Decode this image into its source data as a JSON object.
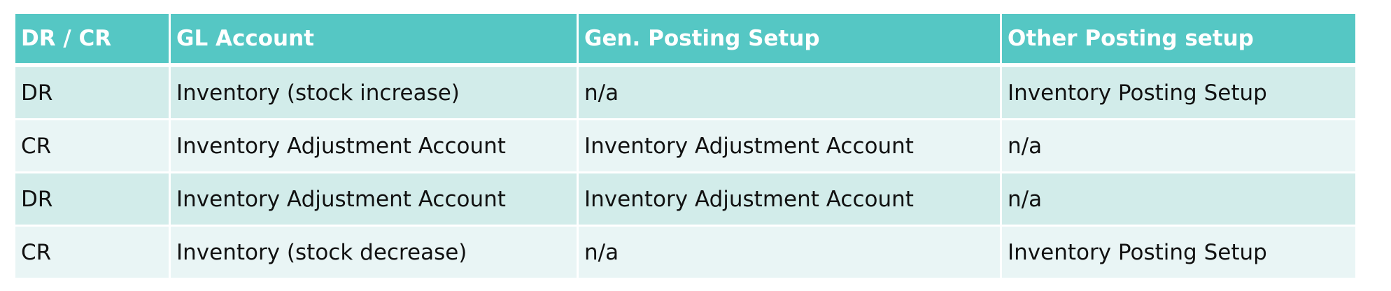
{
  "colors": {
    "header_bg": "#55c7c4",
    "row_odd_bg": "#d2ecea",
    "row_even_bg": "#e9f5f5"
  },
  "table": {
    "headers": [
      "DR / CR",
      "GL Account",
      "Gen. Posting Setup",
      "Other Posting setup"
    ],
    "rows": [
      [
        "DR",
        "Inventory (stock increase)",
        "n/a",
        "Inventory Posting Setup"
      ],
      [
        "CR",
        "Inventory Adjustment Account",
        "Inventory Adjustment Account",
        "n/a"
      ],
      [
        "DR",
        "Inventory Adjustment Account",
        "Inventory Adjustment Account",
        "n/a"
      ],
      [
        "CR",
        "Inventory (stock decrease)",
        "n/a",
        "Inventory Posting Setup"
      ]
    ]
  }
}
